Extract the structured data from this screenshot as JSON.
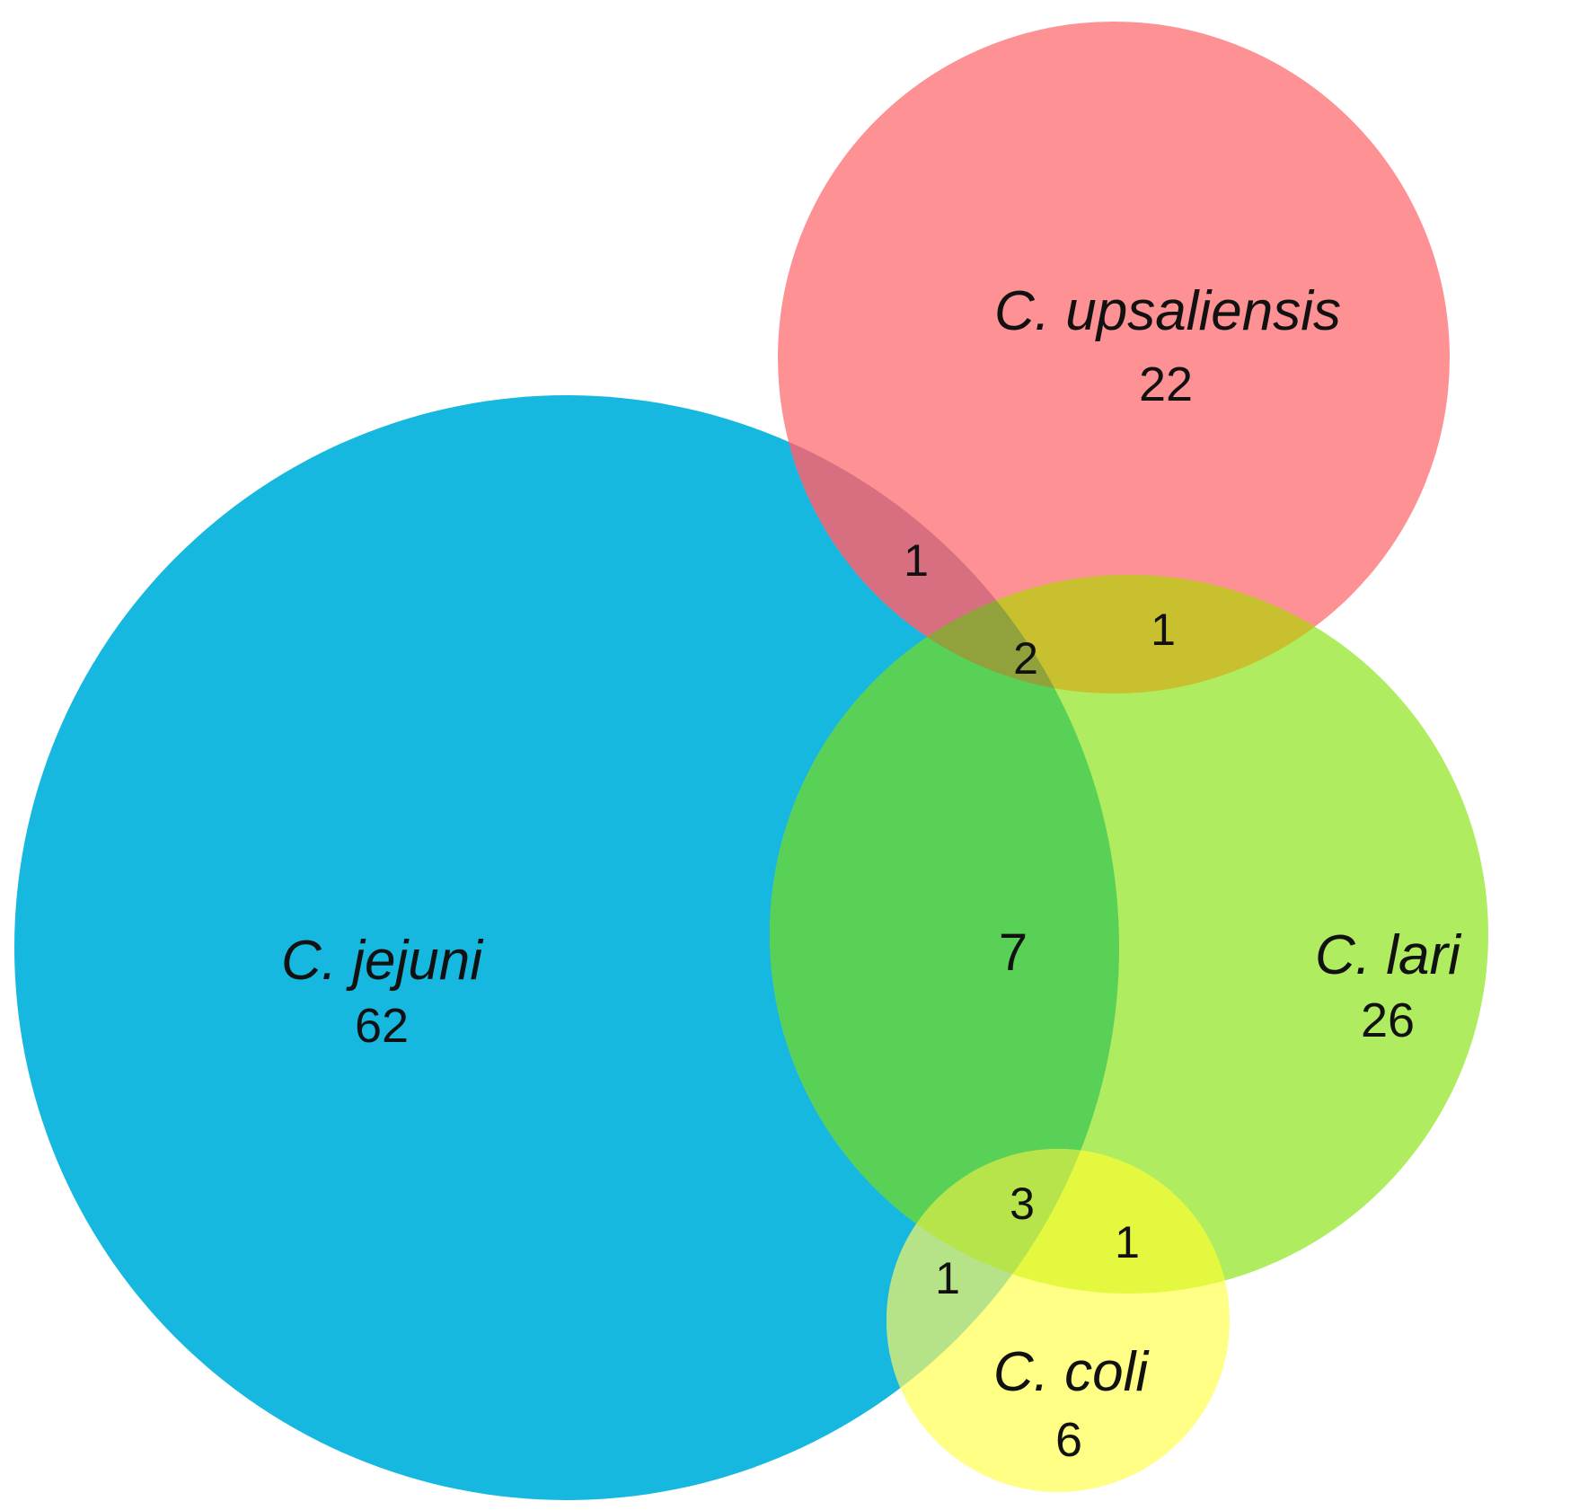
{
  "diagram": {
    "type": "venn",
    "sets": [
      {
        "id": "jejuni",
        "name": "C. jejuni",
        "unique_count": "62",
        "color": "#17b8df"
      },
      {
        "id": "upsaliensis",
        "name": "C. upsaliensis",
        "unique_count": "22",
        "color": "#fd9193"
      },
      {
        "id": "lari",
        "name": "C. lari",
        "unique_count": "26",
        "color": "#b0ec5f"
      },
      {
        "id": "coli",
        "name": "C. coli",
        "unique_count": "6",
        "color": "#feff84"
      }
    ],
    "overlaps": [
      {
        "id": "jejuni-upsaliensis",
        "sets": [
          "jejuni",
          "upsaliensis"
        ],
        "count": "1",
        "color": "#d76f80"
      },
      {
        "id": "upsaliensis-lari",
        "sets": [
          "upsaliensis",
          "lari"
        ],
        "count": "1",
        "color": "#c8c02e"
      },
      {
        "id": "jejuni-upsaliensis-lari",
        "sets": [
          "jejuni",
          "upsaliensis",
          "lari"
        ],
        "count": "2",
        "color": "#91a23c"
      },
      {
        "id": "jejuni-lari",
        "sets": [
          "jejuni",
          "lari"
        ],
        "count": "7",
        "color": "#59d056"
      },
      {
        "id": "jejuni-lari-coli",
        "sets": [
          "jejuni",
          "lari",
          "coli"
        ],
        "count": "3",
        "color": "#b7e44a"
      },
      {
        "id": "lari-coli",
        "sets": [
          "lari",
          "coli"
        ],
        "count": "1",
        "color": "#e3f83e"
      },
      {
        "id": "jejuni-coli",
        "sets": [
          "jejuni",
          "coli"
        ],
        "count": "1",
        "color": "#b6e288"
      }
    ]
  }
}
